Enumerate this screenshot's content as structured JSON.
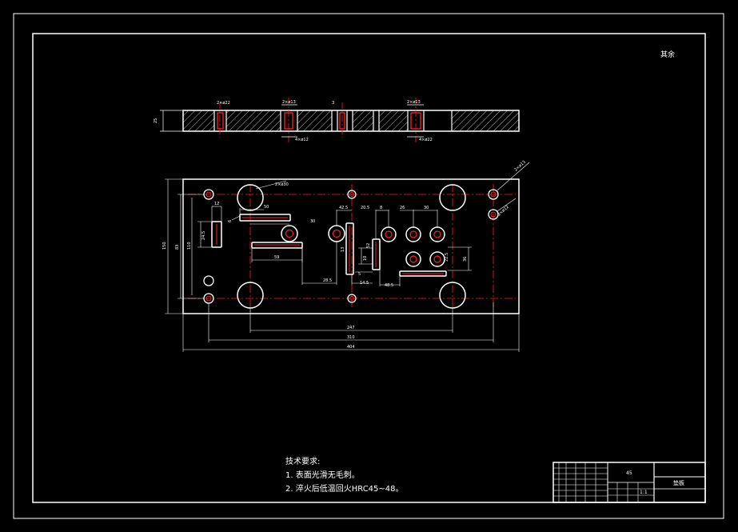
{
  "drawing": {
    "corner_note": "其余",
    "top_view_dims": {
      "thickness": "25",
      "callout_1": "2×ø13",
      "callout_2": "2×ø13",
      "callout_3": "3",
      "callout_4": "4×ø12",
      "callout_5": "2×ø22",
      "callout_6": "4×ø22"
    },
    "plan_dims": {
      "overall_length": "404",
      "hole_span_1": "310",
      "hole_span_2": "247",
      "overall_width": "150",
      "hole_span_w1": "83",
      "hole_span_w2": "110",
      "slot_hole_callout": "2×ø30",
      "corner_callout": "2×ø13",
      "corner_callout_2": "2×ø12",
      "d_50": "50",
      "d_59": "59",
      "d_42_5": "42.5",
      "d_20_5": "20.5",
      "d_26": "26",
      "d_30": "30",
      "d_36": "36",
      "d_28_5": "28.5",
      "d_14_5": "14.5",
      "d_48_5": "48.5",
      "d_22_5": "22.5",
      "d_24_5": "24.5",
      "d_12": "12",
      "d_8": "8",
      "d_6": "6",
      "d_10": "10",
      "d_13": "13",
      "d_5": "5",
      "d_30b": "30",
      "d_52": "52"
    }
  },
  "notes": {
    "heading": "技术要求:",
    "line1": "1. 表面光滑无毛刺。",
    "line2": "2. 淬火后低温回火HRC45~48。"
  },
  "title_block": {
    "material": "45",
    "scale": "1:1",
    "part_name": "垫板"
  }
}
